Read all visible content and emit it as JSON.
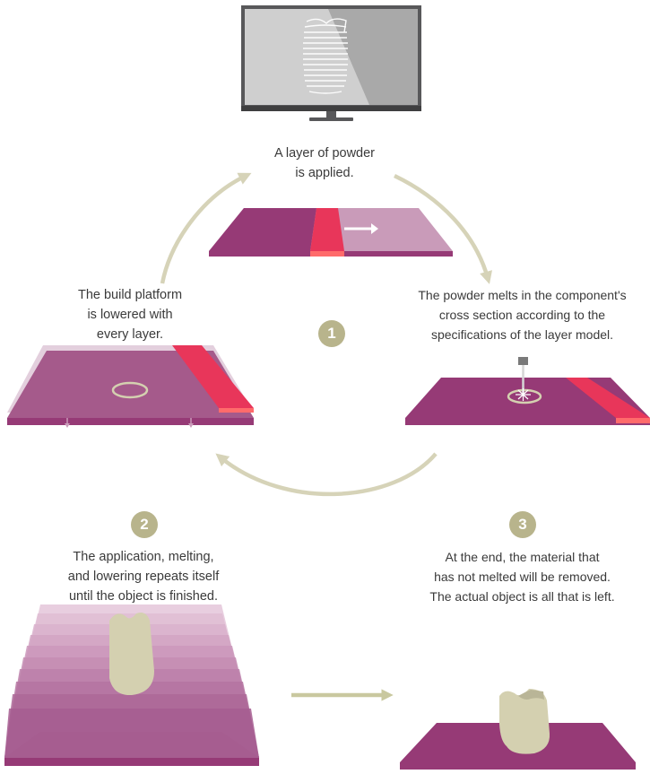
{
  "steps": {
    "apply_powder": {
      "lines": [
        "A layer of powder",
        "is applied."
      ]
    },
    "platform_lowered": {
      "lines": [
        "The build platform",
        "is lowered with",
        "every layer."
      ]
    },
    "powder_melts": {
      "lines": [
        "The powder melts in the component's",
        "cross section according to the",
        "specifications of the layer model."
      ]
    },
    "repeat": {
      "lines": [
        "The application, melting,",
        "and lowering repeats itself",
        "until the object is finished."
      ]
    },
    "removal": {
      "lines": [
        "At the end, the material that",
        "has not melted will be removed.",
        "The actual object is all that is left."
      ]
    }
  },
  "badges": {
    "one": "1",
    "two": "2",
    "three": "3"
  },
  "colors": {
    "platform": "#963a76",
    "platform_light": "#c99bb9",
    "recoater": "#e8365a",
    "arrow": "#d6d3b8",
    "badge": "#b8b48c",
    "object": "#d4d0b0",
    "monitor_frame": "#58585a",
    "text": "#3a3a3a"
  },
  "icons": [
    "monitor-icon",
    "laser-icon",
    "recoater-blade",
    "cycle-arrow",
    "flow-arrow"
  ]
}
